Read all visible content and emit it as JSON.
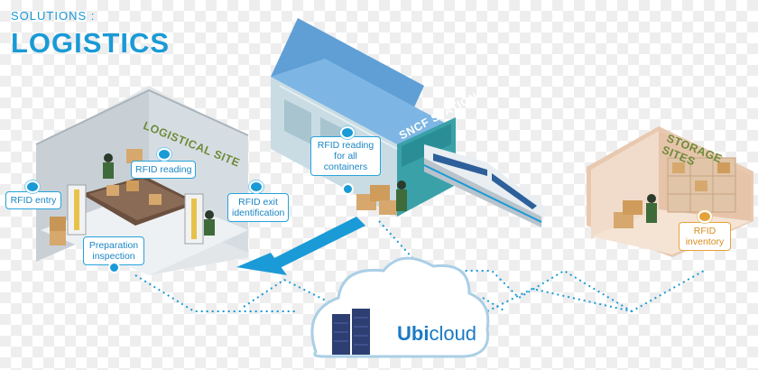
{
  "header": {
    "subtitle": "SOLUTIONS :",
    "title": "LOGISTICS"
  },
  "sites": {
    "logistical": "LOGISTICAL SITE",
    "station": "SNCF STATION",
    "storage": "STORAGE SITES"
  },
  "callouts": {
    "rfid_entry": "RFID entry",
    "rfid_reading": "RFID reading",
    "rfid_exit_line1": "RFID exit",
    "rfid_exit_line2": "identification",
    "prep_line1": "Preparation",
    "prep_line2": "inspection",
    "containers_line1": "RFID reading",
    "containers_line2": "for all",
    "containers_line3": "containers",
    "inventory_line1": "RFID",
    "inventory_line2": "inventory"
  },
  "cloud": {
    "brand_bold": "Ubi",
    "brand_light": "cloud"
  },
  "colors": {
    "accent_blue": "#1a9ad6",
    "site_green": "#7a9a3c",
    "storage_orange": "#e6a23a",
    "station_white": "#ffffff"
  }
}
